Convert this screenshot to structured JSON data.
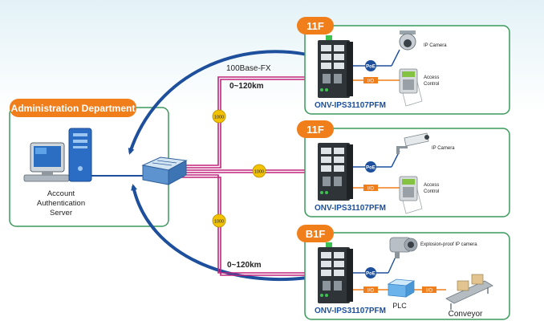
{
  "diagram": {
    "admin": {
      "title": "Administration Department",
      "server_label_lines": [
        "Account",
        "Authentication",
        "Server"
      ]
    },
    "fiber": {
      "type_label": "100Base-FX",
      "distance_top": "0~120km",
      "distance_bottom": "0~120km",
      "speed_badges": [
        "1000",
        "1000",
        "1000"
      ]
    },
    "sites": [
      {
        "floor": "11F",
        "model": "ONV-IPS31107PFM",
        "port_badges": [
          "PoE",
          "I/O"
        ],
        "devices": [
          "IP Camera",
          "Access",
          "Control"
        ]
      },
      {
        "floor": "11F",
        "model": "ONV-IPS31107PFM",
        "port_badges": [
          "PoE",
          "I/O"
        ],
        "devices": [
          "IP Camera",
          "Access",
          "Control"
        ]
      },
      {
        "floor": "B1F",
        "model": "ONV-IPS31107PFM",
        "port_badges": [
          "PoE",
          "I/O",
          "I/O"
        ],
        "devices": [
          "Explosion-proof IP camera",
          "PLC",
          "Conveyor"
        ]
      }
    ],
    "colors": {
      "accent_orange": "#f07e1b",
      "panel_border": "#3a9a5b",
      "arrow_blue": "#1d4f9c",
      "fiber_magenta": "#c2247d",
      "badge_yellow": "#f2c100",
      "model_blue": "#1a4f9c"
    }
  }
}
